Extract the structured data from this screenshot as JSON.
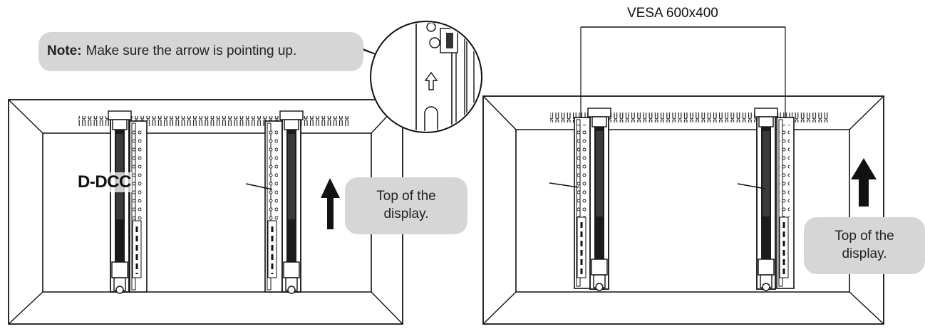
{
  "note": {
    "bold": "Note:",
    "text": "Make sure the arrow is pointing up."
  },
  "left_panel": {
    "bracket_label": "D-DCC",
    "top_callout": [
      "Top of the",
      "display."
    ]
  },
  "right_panel": {
    "dimension": "VESA 600x400",
    "top_callout": [
      "Top of the",
      "display."
    ]
  }
}
